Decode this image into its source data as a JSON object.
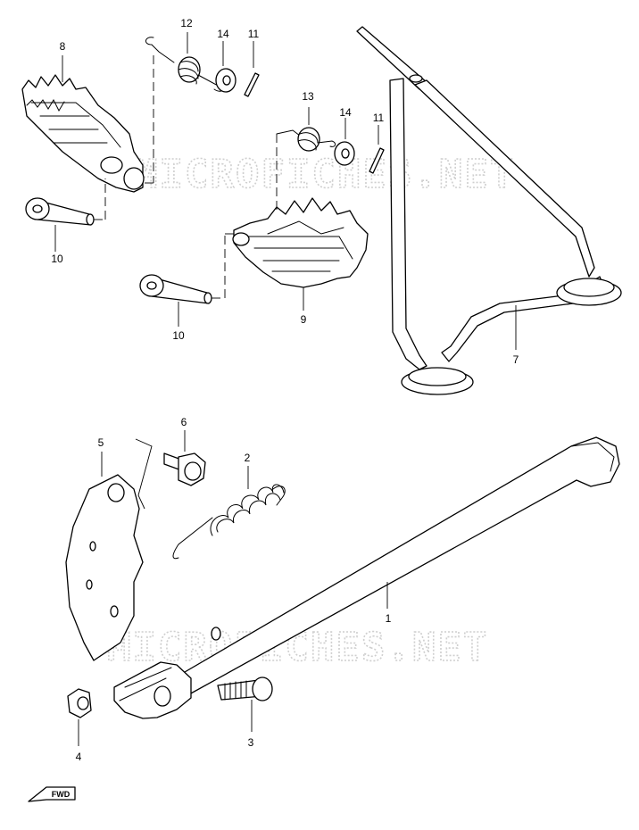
{
  "watermark": "MICROFICHES.NET",
  "direction_label": "FWD",
  "callouts": {
    "p1": "1",
    "p2": "2",
    "p3": "3",
    "p4": "4",
    "p5": "5",
    "p6": "6",
    "p7": "7",
    "p8": "8",
    "p9": "9",
    "p10a": "10",
    "p10b": "10",
    "p11a": "11",
    "p11b": "11",
    "p12": "12",
    "p13": "13",
    "p14a": "14",
    "p14b": "14"
  }
}
